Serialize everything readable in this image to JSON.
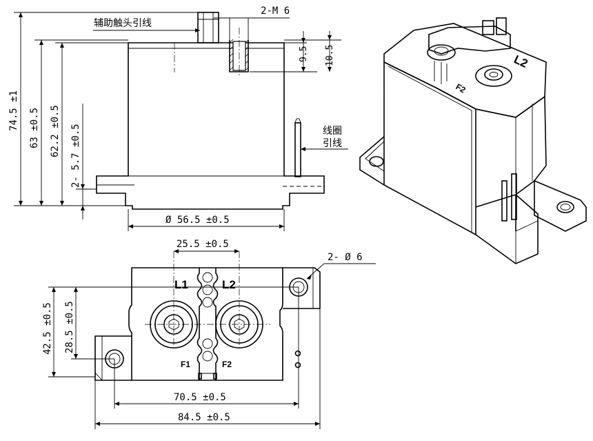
{
  "front_view": {
    "labels": {
      "aux_contact_lead": "辅助触头引线",
      "thread": "2-M 6",
      "dim_9_5": "9.5",
      "dim_10_5": "10.5",
      "coil_lead_line1": "线圈",
      "coil_lead_line2": "引线",
      "dim_74_5": "74.5 ±1",
      "dim_63": "63 ±0.5",
      "dim_62_2": "62.2 ±0.5",
      "dim_2_5_7": "2- 5.7 ±0.5",
      "dim_56_5": "Ø 56.5 ±0.5"
    }
  },
  "top_view": {
    "labels": {
      "dim_25_5": "25.5 ±0.5",
      "dim_2_phi6": "2- Ø 6",
      "dim_42_5": "42.5 ±0.5",
      "dim_28_5": "28.5 ±0.5",
      "dim_70_5": "70.5 ±0.5",
      "dim_84_5": "84.5 ±0.5",
      "terminal_l1": "L1",
      "terminal_l2": "L2",
      "terminal_f1": "F1",
      "terminal_f2": "F2"
    }
  },
  "iso_view": {
    "labels": {
      "terminal_l2": "L2",
      "terminal_f2": "F2"
    }
  }
}
